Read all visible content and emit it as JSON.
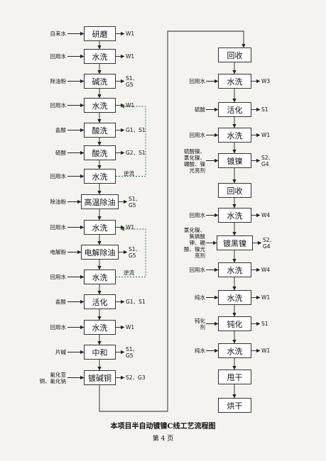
{
  "left": {
    "steps": [
      {
        "name": "研磨",
        "input": "自来水",
        "output": "W1"
      },
      {
        "name": "水洗",
        "input": "回用水",
        "output": "W1"
      },
      {
        "name": "碱洗",
        "input": "除油粉",
        "output": "S1、\nG5"
      },
      {
        "name": "水洗",
        "input": "回用水",
        "output": "W1"
      },
      {
        "name": "酸洗",
        "input": "盐酸",
        "output": "G1、S1"
      },
      {
        "name": "酸洗",
        "input": "硫酸",
        "output": "G2、S1"
      },
      {
        "name": "水洗",
        "input": "回用水",
        "output": ""
      },
      {
        "name": "高温除油",
        "input": "除油粉",
        "output": "S1、\nG5"
      },
      {
        "name": "水洗",
        "input": "回用水",
        "output": "W1"
      },
      {
        "name": "电解除油",
        "input": "电解粉",
        "output": "S1、\nG5"
      },
      {
        "name": "水洗",
        "input": "回用水",
        "output": ""
      },
      {
        "name": "活化",
        "input": "盐酸",
        "output": "G1、S1"
      },
      {
        "name": "水洗",
        "input": "回用水",
        "output": "W1"
      },
      {
        "name": "中和",
        "input": "片碱",
        "output": "S1、\nG5"
      },
      {
        "name": "镀碱铜",
        "input": "氰化亚\n铜、氰化钠",
        "output": "S2、G3"
      }
    ],
    "reflux": [
      "逆流",
      "逆流"
    ]
  },
  "right": {
    "steps": [
      {
        "name": "回收",
        "input": "",
        "output": ""
      },
      {
        "name": "水洗",
        "input": "回用水",
        "output": "W3"
      },
      {
        "name": "活化",
        "input": "硫酸",
        "output": "S1"
      },
      {
        "name": "水洗",
        "input": "回用水",
        "output": "W1"
      },
      {
        "name": "镀镍",
        "input": "硫酸镍、\n氯化镍、\n硼酸、镍\n光亮剂",
        "output": "S2、\nG4"
      },
      {
        "name": "回收",
        "input": "",
        "output": ""
      },
      {
        "name": "水洗",
        "input": "回用水",
        "output": "W4"
      },
      {
        "name": "镀黑镍",
        "input": "氯化镍、\n焦磷酸\n钾、硼\n酸、镍光\n亮剂",
        "output": "S2、\nG4"
      },
      {
        "name": "水洗",
        "input": "回用水",
        "output": "W4"
      },
      {
        "name": "水洗",
        "input": "纯水",
        "output": "W1"
      },
      {
        "name": "钝化",
        "input": "钝化\n剂",
        "output": "S1"
      },
      {
        "name": "水洗",
        "input": "纯水",
        "output": "W1"
      },
      {
        "name": "甩干",
        "input": "",
        "output": ""
      },
      {
        "name": "烘干",
        "input": "",
        "output": ""
      }
    ]
  },
  "caption": "本项目半自动镀镍C线工艺流程图",
  "page_label": "第 4 页"
}
